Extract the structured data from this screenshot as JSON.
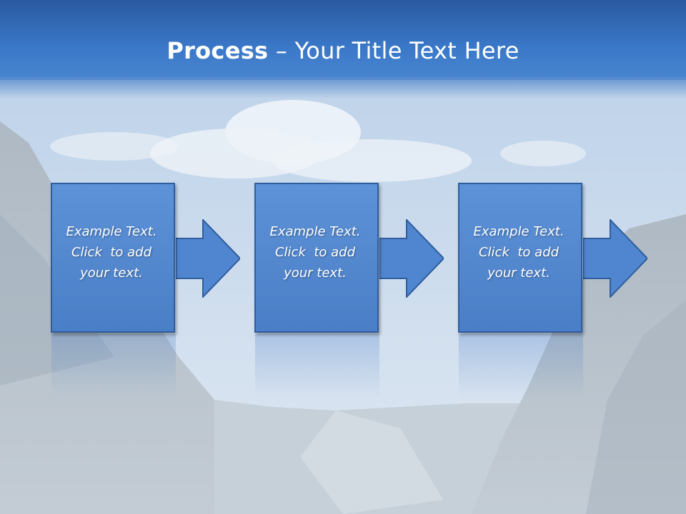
{
  "slide": {
    "title_bold": "Process",
    "title_rest": " – Your Title Text Here"
  },
  "process": {
    "steps": [
      {
        "line1": "Example Text.",
        "line2": "Click  to add",
        "line3": "your text."
      },
      {
        "line1": "Example Text.",
        "line2": "Click  to add",
        "line3": "your text."
      },
      {
        "line1": "Example Text.",
        "line2": "Click  to add",
        "line3": "your text."
      }
    ]
  },
  "colors": {
    "title_bar": "#3a78c8",
    "step_fill": "#4f86cf",
    "step_border": "#2f5e9e",
    "text": "#ffffff"
  },
  "background": {
    "icon": "mountain-valley-sky-image"
  }
}
